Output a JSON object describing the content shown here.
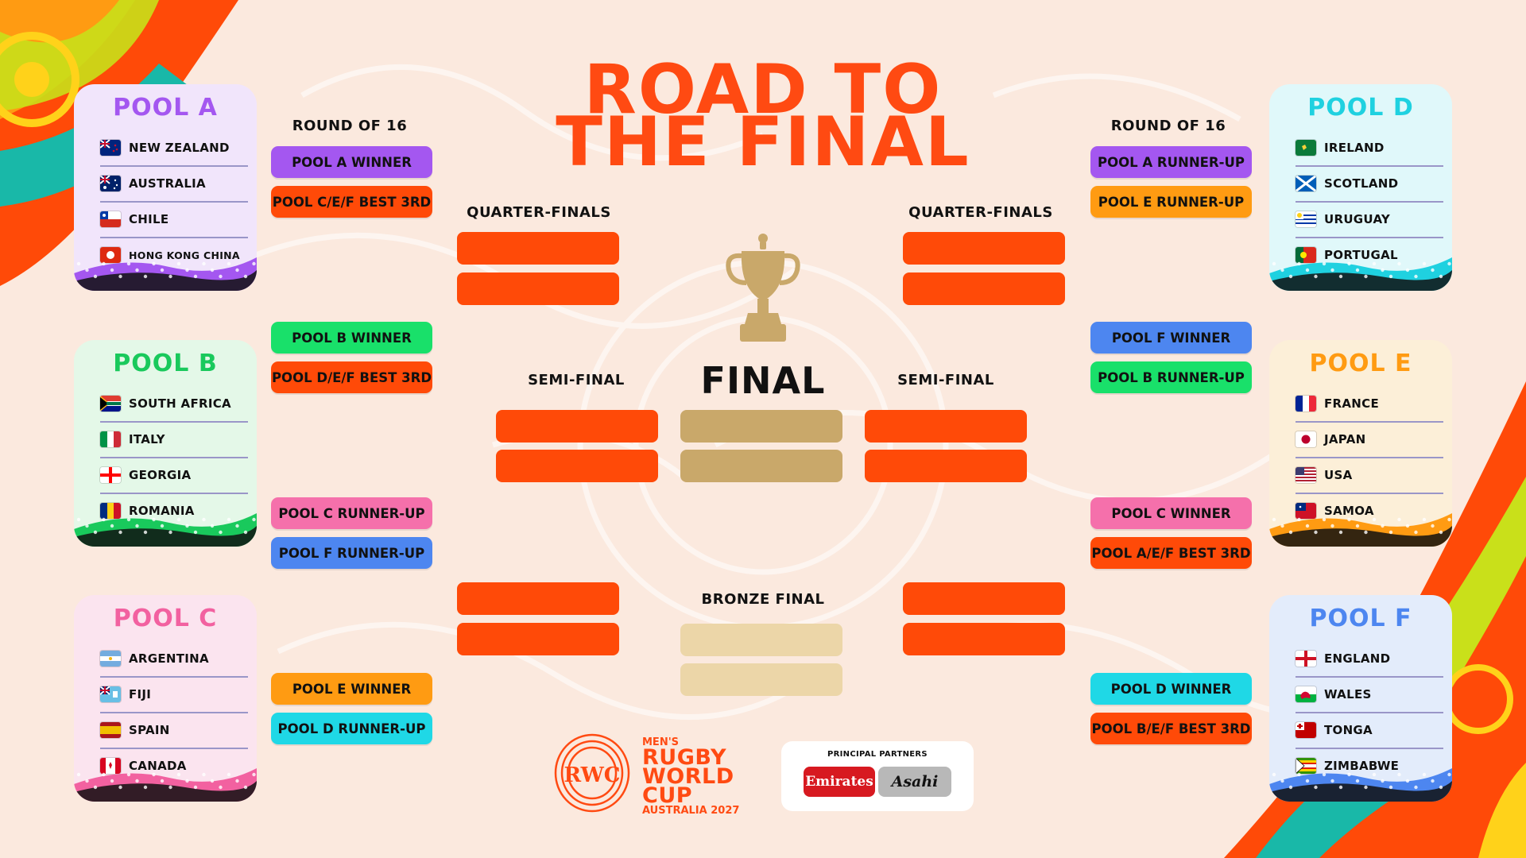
{
  "title": {
    "line1": "ROAD TO",
    "line2": "THE FINAL"
  },
  "final_label": "FINAL",
  "labels": {
    "round_of_16": "ROUND OF 16",
    "quarter_finals": "QUARTER-FINALS",
    "semi_final": "SEMI-FINAL",
    "bronze_final": "BRONZE FINAL"
  },
  "pools": [
    {
      "name": "POOL A",
      "color": "#a457f0",
      "bg": "#f1e5fb",
      "teams": [
        "NEW ZEALAND",
        "AUSTRALIA",
        "CHILE",
        "HONG KONG CHINA"
      ]
    },
    {
      "name": "POOL B",
      "color": "#19c95c",
      "bg": "#e4f8e8",
      "teams": [
        "SOUTH AFRICA",
        "ITALY",
        "GEORGIA",
        "ROMANIA"
      ]
    },
    {
      "name": "POOL C",
      "color": "#f261a0",
      "bg": "#fbe4ef",
      "teams": [
        "ARGENTINA",
        "FIJI",
        "SPAIN",
        "CANADA"
      ]
    },
    {
      "name": "POOL D",
      "color": "#1fd1e0",
      "bg": "#e0f8fa",
      "teams": [
        "IRELAND",
        "SCOTLAND",
        "URUGUAY",
        "PORTUGAL"
      ]
    },
    {
      "name": "POOL E",
      "color": "#ff9b12",
      "bg": "#fcefd8",
      "teams": [
        "FRANCE",
        "JAPAN",
        "USA",
        "SAMOA"
      ]
    },
    {
      "name": "POOL F",
      "color": "#4d86f0",
      "bg": "#e3ecfb",
      "teams": [
        "ENGLAND",
        "WALES",
        "TONGA",
        "ZIMBABWE"
      ]
    }
  ],
  "round_of_16_left": [
    {
      "label": "POOL A WINNER",
      "color": "#a457f0"
    },
    {
      "label": "POOL C/E/F BEST 3RD",
      "color": "#ff4a08"
    },
    {
      "label": "POOL B WINNER",
      "color": "#19e06a"
    },
    {
      "label": "POOL D/E/F BEST 3RD",
      "color": "#ff4a08"
    },
    {
      "label": "POOL C RUNNER-UP",
      "color": "#f570ab"
    },
    {
      "label": "POOL F RUNNER-UP",
      "color": "#4d86f0"
    },
    {
      "label": "POOL E WINNER",
      "color": "#ff9b12"
    },
    {
      "label": "POOL D RUNNER-UP",
      "color": "#1fd8e6"
    }
  ],
  "round_of_16_right": [
    {
      "label": "POOL A RUNNER-UP",
      "color": "#a457f0"
    },
    {
      "label": "POOL E RUNNER-UP",
      "color": "#ff9b12"
    },
    {
      "label": "POOL F WINNER",
      "color": "#4d86f0"
    },
    {
      "label": "POOL B RUNNER-UP",
      "color": "#19e06a"
    },
    {
      "label": "POOL C WINNER",
      "color": "#f570ab"
    },
    {
      "label": "POOL A/E/F BEST 3RD",
      "color": "#ff4a08"
    },
    {
      "label": "POOL D WINNER",
      "color": "#1fd8e6"
    },
    {
      "label": "POOL B/E/F BEST 3RD",
      "color": "#ff4a08"
    }
  ],
  "branding": {
    "mens": "MEN'S",
    "rugby": "RUGBY",
    "world": "WORLD",
    "cup": "CUP",
    "host": "AUSTRALIA 2027",
    "logo_letters": "RWC",
    "partners_label": "PRINCIPAL PARTNERS",
    "partner1": "Emirates",
    "partner2": "Asahi"
  }
}
